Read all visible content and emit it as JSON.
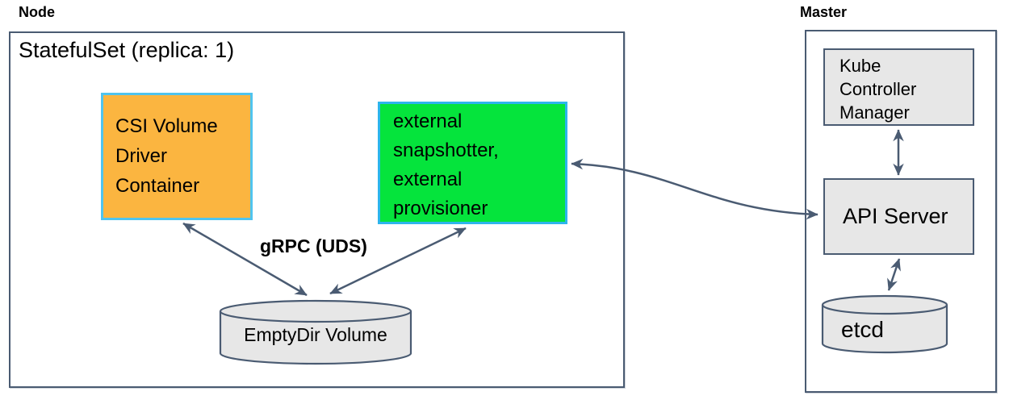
{
  "colors": {
    "slate": "#4A5B72",
    "grayFill": "#E7E7E7",
    "orangeFill": "#FBB540",
    "orangeBorder": "#4FC4EF",
    "greenFill": "#05E43C",
    "greenBorder": "#2DB5EC",
    "text": "#000000"
  },
  "node": {
    "label": "Node",
    "statefulset_title": "StatefulSet (replica: 1)",
    "csi_box": "CSI Volume\nDriver\nContainer",
    "sidecar_box": "external\nsnapshotter,\nexternal\nprovisioner",
    "grpc_label": "gRPC (UDS)",
    "emptydir_label": "EmptyDir Volume"
  },
  "master": {
    "label": "Master",
    "kcm_box": "Kube\nController\nManager",
    "api_server_box": "API Server",
    "etcd_label": "etcd"
  }
}
